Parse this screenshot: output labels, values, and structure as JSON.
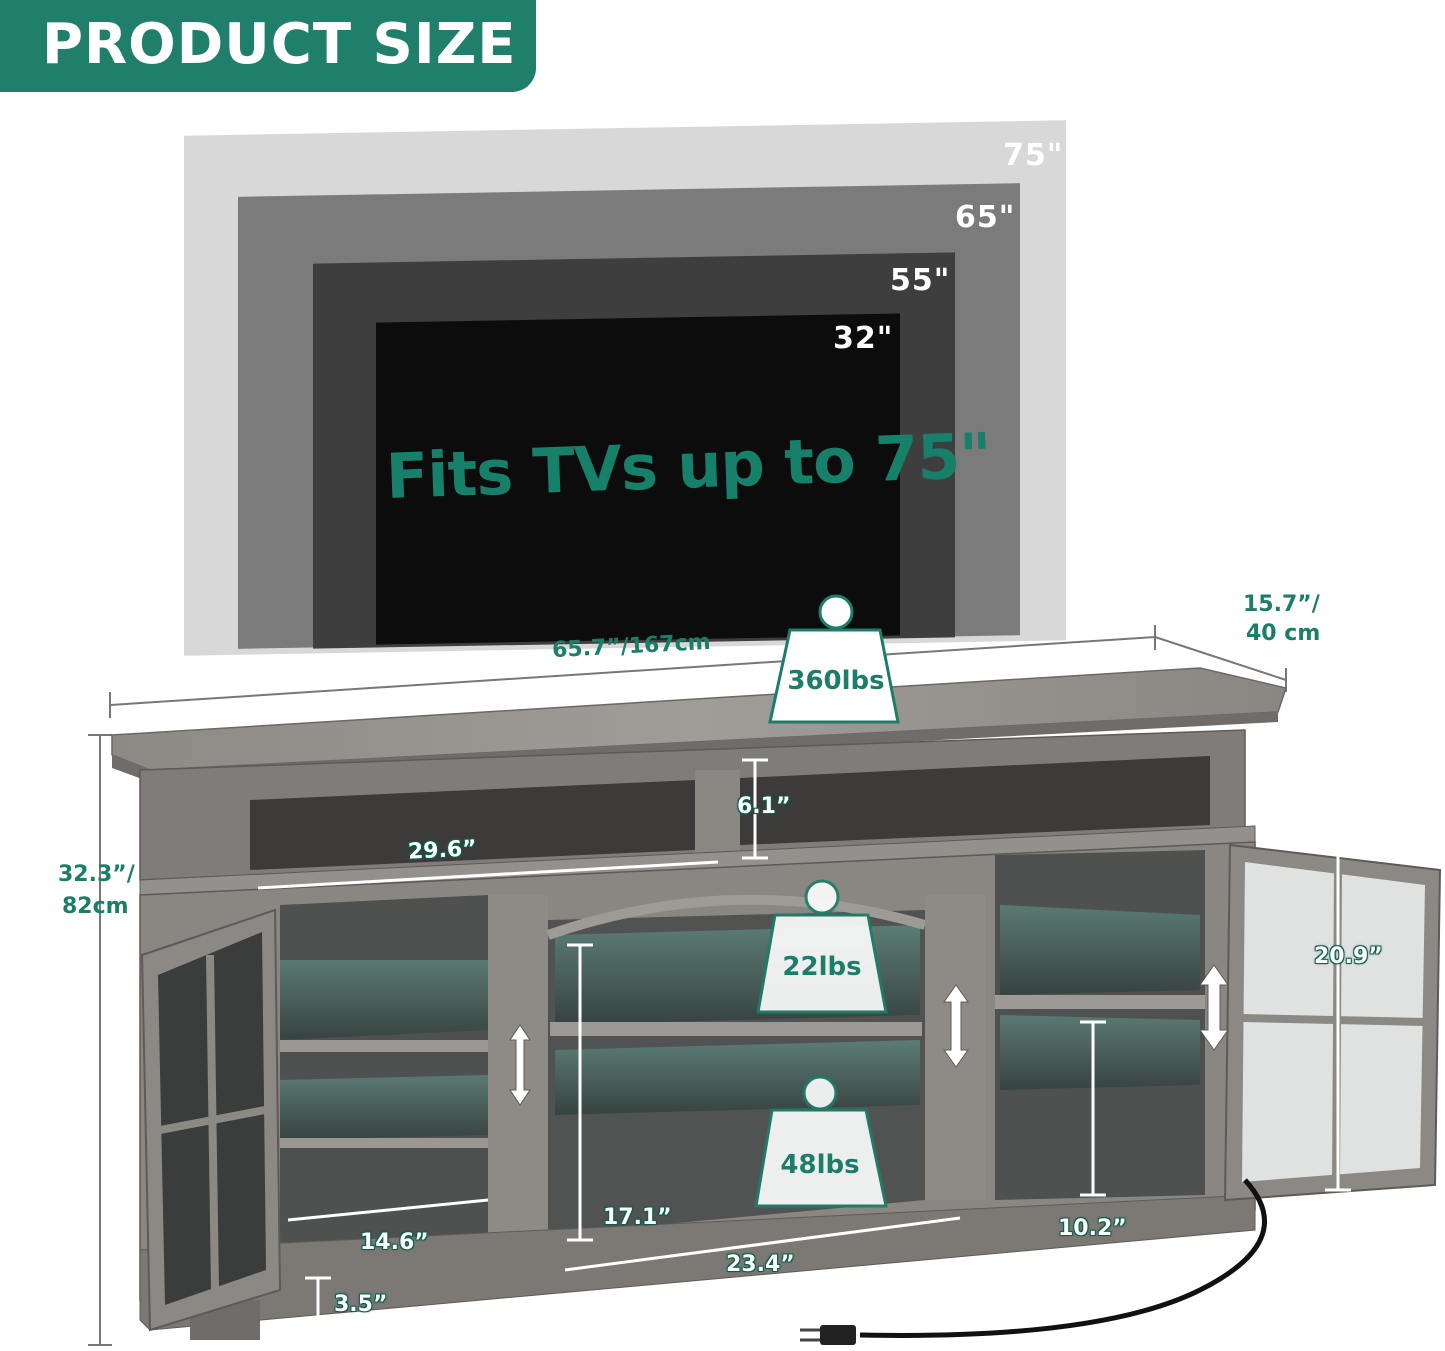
{
  "banner": {
    "title": "PRODUCT SIZE"
  },
  "tv_sizes": [
    "75\"",
    "65\"",
    "55\"",
    "32\""
  ],
  "headline": "Fits TVs up to 75\"",
  "dimensions": {
    "width": "65.7”/167cm",
    "depth_line1": "15.7”/",
    "depth_line2": "40 cm",
    "height_line1": "32.3”/",
    "height_line2": "82cm",
    "top_shelf_height": "6.1”",
    "top_shelf_width": "29.6”",
    "door_height": "20.9”",
    "center_height": "17.1”",
    "side_cabinet_width": "14.6”",
    "center_width": "23.4”",
    "side_shelf_height": "10.2”",
    "leg_height": "3.5”"
  },
  "weights": {
    "top": "360lbs",
    "middle_shelf": "22lbs",
    "bottom_shelf": "48lbs"
  },
  "colors": {
    "accent": "#1f7f6b",
    "wood": "#8a8784"
  }
}
